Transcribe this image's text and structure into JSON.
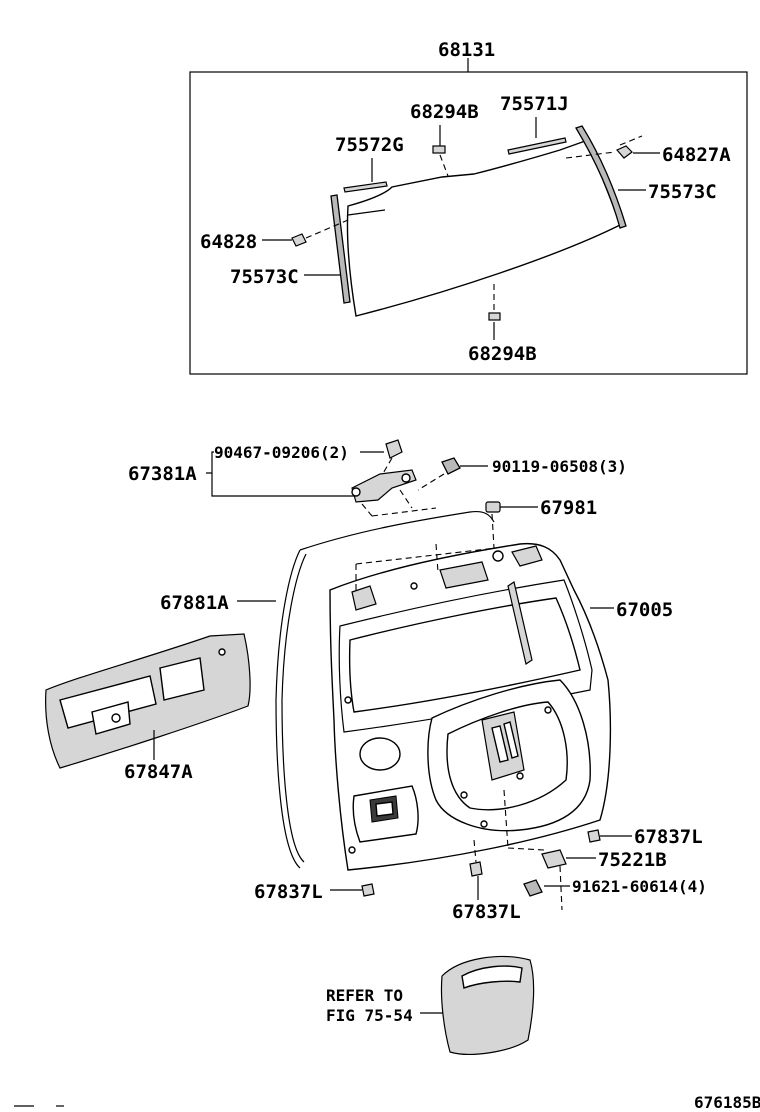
{
  "labels": {
    "glass_assy": "68131",
    "glass_stopper_top": "68294B",
    "glass_stopper_bottom": "68294B",
    "molding_top_right": "75571J",
    "molding_top_left": "75572G",
    "spacer_right": "64827A",
    "molding_side_right": "75573C",
    "spacer_left": "64828",
    "molding_side_left": "75573C",
    "screw_left": "90467-09206(2)",
    "hinge": "67381A",
    "bolt": "90119-06508(3)",
    "cushion": "67981",
    "weatherstrip": "67881A",
    "back_door_panel": "67005",
    "trim_board": "67847A",
    "plug_right": "67837L",
    "plate": "75221B",
    "bolt_bottom": "91621-60614(4)",
    "plug_left": "67837L",
    "plug_center": "67837L",
    "refer_line1": "REFER TO",
    "refer_line2": "FIG 75-54",
    "figure_id": "676185B"
  }
}
